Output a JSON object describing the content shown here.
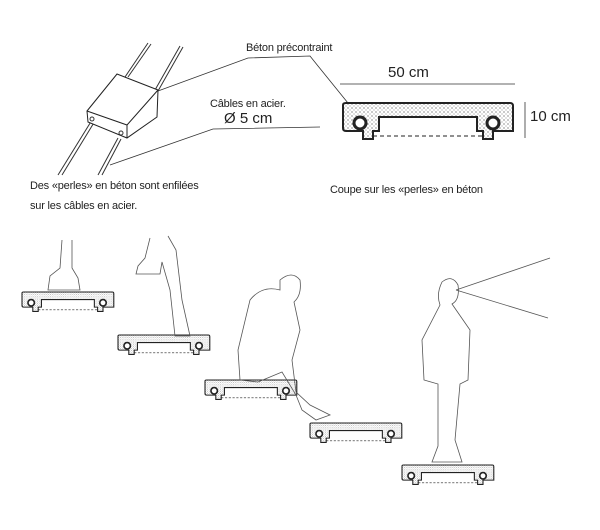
{
  "labels": {
    "prestressed_concrete": "Béton précontraint",
    "width_dim": "50 cm",
    "height_dim": "10 cm",
    "steel_cables": "Câbles en acier.",
    "cable_diameter": "Ø 5 cm",
    "beads_line1": "Des «perles» en béton sont enfilées",
    "beads_line2": "sur les câbles en acier.",
    "section_caption": "Coupe sur les «perles» en béton"
  },
  "colors": {
    "ink": "#222222",
    "background": "#ffffff"
  }
}
